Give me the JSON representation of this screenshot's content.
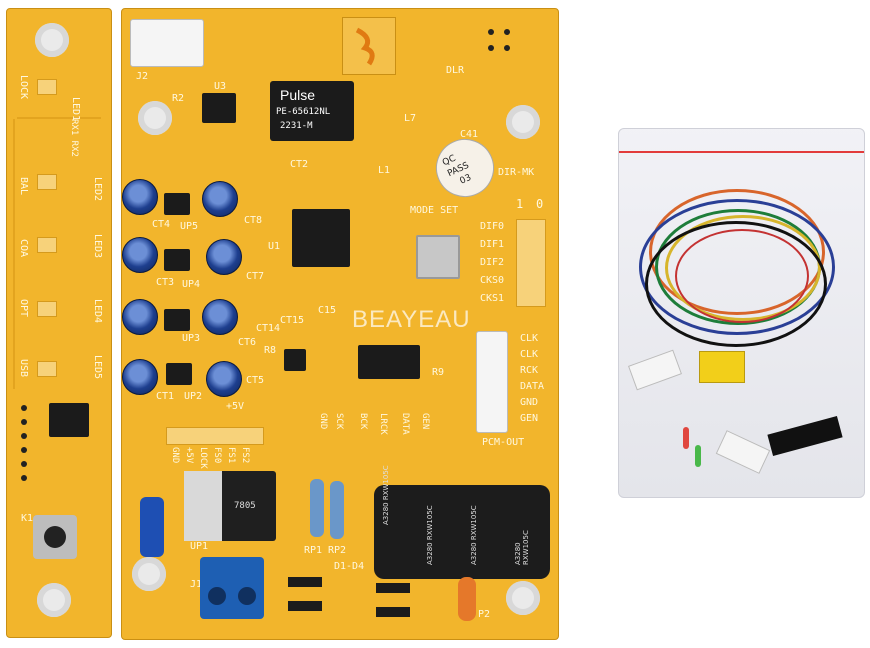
{
  "watermark": "BEAYEAU",
  "left_board": {
    "labels": [
      "LED1",
      "RX1 RX2",
      "LOCK",
      "BAL",
      "LED2",
      "COA",
      "LED3",
      "OPT",
      "LED4",
      "USB",
      "LED5",
      "K1"
    ]
  },
  "main_board": {
    "labels": {
      "j2": "J2",
      "u3": "U3",
      "r2": "R2",
      "pulse_brand": "Pulse",
      "pulse_part": "PE-65612NL",
      "pulse_code": "2231-M",
      "dlr": "DLR",
      "l7": "L7",
      "c41": "C41",
      "dir_mk": "DIR-MK",
      "qc": "QC",
      "pass": "PASS",
      "qc_num": "03",
      "mode_set": "MODE SET",
      "mode_cols": [
        "1",
        "0"
      ],
      "dif0": "DIF0",
      "dif1": "DIF1",
      "dif2": "DIF2",
      "cks0": "CKS0",
      "cks1": "CKS1",
      "u1": "U1",
      "ct2": "CT2",
      "l1": "L1",
      "ct3": "CT3",
      "ct4": "CT4",
      "up5": "UP5",
      "ct8": "CT8",
      "ct7": "CT7",
      "ct6": "CT6",
      "ct5": "CT5",
      "up4": "UP4",
      "up3": "UP3",
      "up2": "UP2",
      "ct1": "CT1",
      "ct14": "CT14",
      "ct15": "CT15",
      "c15": "C15",
      "r8": "R8",
      "r9": "R9",
      "voltage_marker": "+5V",
      "pcm_out": "PCM-OUT",
      "pcm_pins": [
        "CLK",
        "CLK",
        "RCK",
        "DATA",
        "GND",
        "GEN"
      ],
      "bottom_pins": [
        "GND",
        "SCK",
        "BCK",
        "LRCK",
        "DATA",
        "GEN"
      ],
      "lock_pins": [
        "GND",
        "+5V",
        "LOCK",
        "FS0",
        "FS1",
        "FS2"
      ],
      "up1": "UP1",
      "rp1": "RP1",
      "rp2": "RP2",
      "d1_d4": "D1-D4",
      "j1": "J1",
      "p2": "P2",
      "regulator": "7805",
      "cap_text": [
        "A3280 RXW105C",
        "A3280 RXW105C",
        "A3280 RXW105C",
        "A3280 RXW105C"
      ]
    }
  },
  "colors": {
    "pcb": "#f2b52c",
    "silkscreen": "#fff8df",
    "capacitor": "#1e3f8f",
    "connector_white": "#f5f5f5",
    "terminal_blue": "#1e5fb3"
  }
}
